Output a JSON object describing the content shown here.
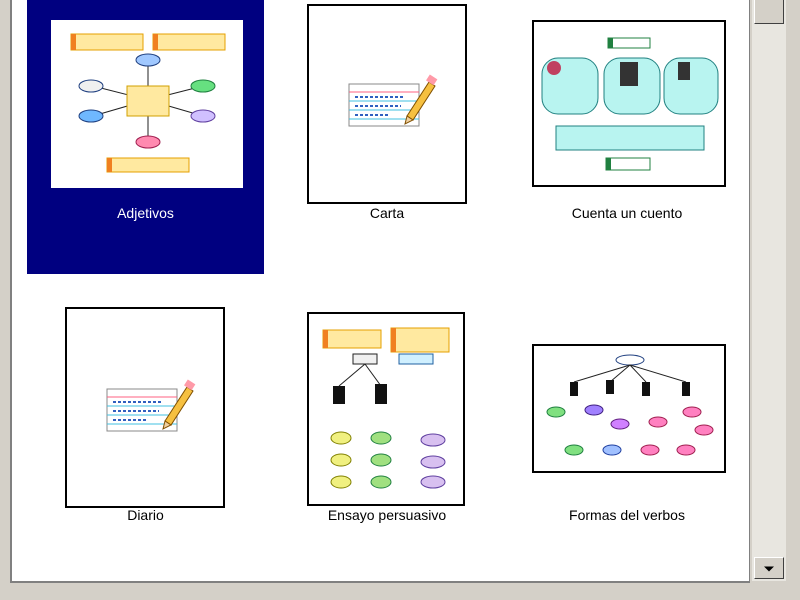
{
  "templates": [
    {
      "label": "Adjetivos",
      "selected": true
    },
    {
      "label": "Carta",
      "selected": false
    },
    {
      "label": "Cuenta un cuento",
      "selected": false
    },
    {
      "label": "Diario",
      "selected": false
    },
    {
      "label": "Ensayo persuasivo",
      "selected": false
    },
    {
      "label": "Formas del verbos",
      "selected": false
    }
  ],
  "icons": {
    "scroll_down": "triangle-down-icon"
  },
  "colors": {
    "selection": "#000080",
    "list_background": "#ffffff",
    "window_background": "#d4d0c8"
  }
}
